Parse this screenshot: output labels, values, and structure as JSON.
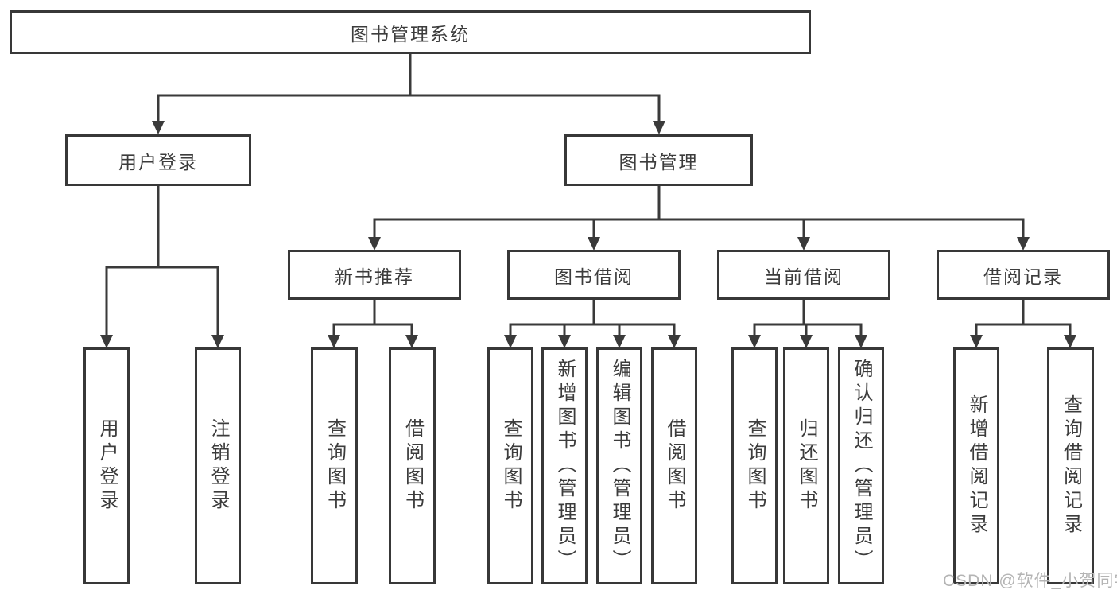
{
  "diagram": {
    "root": {
      "label": "图书管理系统"
    },
    "groups": [
      {
        "parent": {
          "label": "用户登录"
        },
        "children": [
          {
            "label": "用户登录"
          },
          {
            "label": "注销登录"
          }
        ]
      },
      {
        "parent": {
          "label": "图书管理"
        },
        "subgroups": [
          {
            "parent": {
              "label": "新书推荐"
            },
            "children": [
              {
                "label": "查询图书"
              },
              {
                "label": "借阅图书"
              }
            ]
          },
          {
            "parent": {
              "label": "图书借阅"
            },
            "children": [
              {
                "label": "查询图书"
              },
              {
                "label": "新增图书（管理员）"
              },
              {
                "label": "编辑图书（管理员）"
              },
              {
                "label": "借阅图书"
              }
            ]
          },
          {
            "parent": {
              "label": "当前借阅"
            },
            "children": [
              {
                "label": "查询图书"
              },
              {
                "label": "归还图书"
              },
              {
                "label": "确认归还（管理员）"
              }
            ]
          },
          {
            "parent": {
              "label": "借阅记录"
            },
            "children": [
              {
                "label": "新增借阅记录"
              },
              {
                "label": "查询借阅记录"
              }
            ]
          }
        ]
      }
    ],
    "watermark": {
      "text": "CSDN @软件_小贺同学",
      "color": "#b4b4b4"
    },
    "colors": {
      "line": "#3a3a3a",
      "box_border": "#383838",
      "text": "#3c3c3c",
      "background": "#ffffff"
    }
  }
}
